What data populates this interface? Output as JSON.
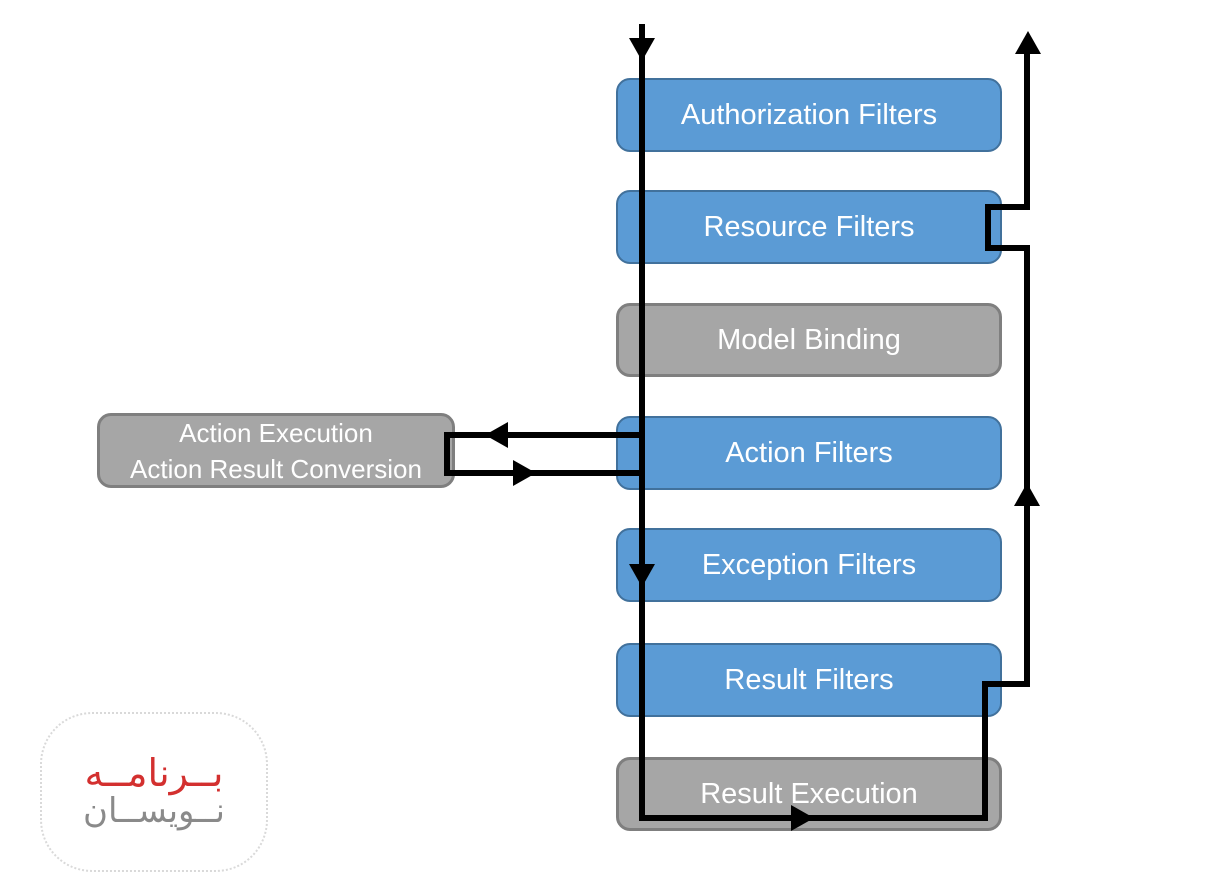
{
  "diagram": {
    "title_hint": "ASP.NET Core filter pipeline",
    "pipeline": [
      {
        "id": "authorization-filters",
        "label": "Authorization Filters",
        "type": "filter"
      },
      {
        "id": "resource-filters",
        "label": "Resource Filters",
        "type": "filter"
      },
      {
        "id": "model-binding",
        "label": "Model Binding",
        "type": "stage"
      },
      {
        "id": "action-filters",
        "label": "Action Filters",
        "type": "filter"
      },
      {
        "id": "exception-filters",
        "label": "Exception Filters",
        "type": "filter"
      },
      {
        "id": "result-filters",
        "label": "Result Filters",
        "type": "filter"
      },
      {
        "id": "result-execution",
        "label": "Result Execution",
        "type": "stage"
      }
    ],
    "side_node": {
      "line1": "Action Execution",
      "line2": "Action Result Conversion"
    },
    "colors": {
      "filter_fill": "#5B9BD5",
      "filter_border": "#41719C",
      "stage_fill": "#A6A6A6",
      "stage_border": "#7F7F7F",
      "flow_line": "#000000",
      "node_text": "#FFFFFF",
      "watermark_red": "#D3302F",
      "watermark_gray": "#8A8A8A"
    }
  },
  "watermark": {
    "line1": "بــرنامــه",
    "line2": "نــویســان"
  }
}
